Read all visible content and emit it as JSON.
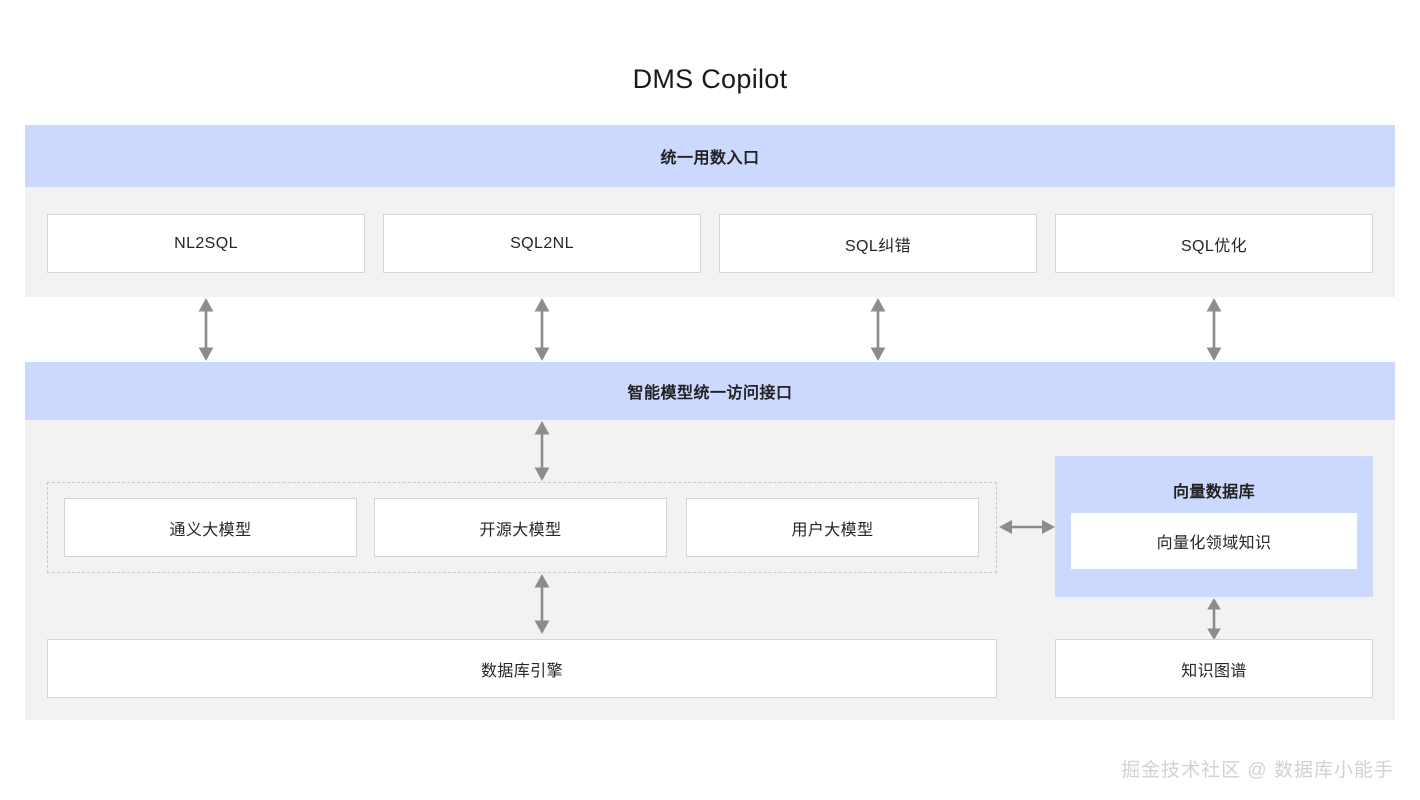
{
  "diagram": {
    "title": "DMS Copilot",
    "watermark": "掘金技术社区 @ 数据库小能手",
    "colors": {
      "band_blue": "#ccd8fd",
      "section_gray": "#f2f2f2",
      "box_white": "#ffffff",
      "box_border": "#d4d4d4",
      "arrow_gray": "#8c8c8c",
      "title_text": "#1a1a1a",
      "watermark_text": "#d2d2d2"
    },
    "entry_layer": {
      "band_label": "统一用数入口",
      "capabilities": [
        {
          "label": "NL2SQL"
        },
        {
          "label": "SQL2NL"
        },
        {
          "label": "SQL纠错"
        },
        {
          "label": "SQL优化"
        }
      ]
    },
    "model_layer": {
      "band_label": "智能模型统一访问接口",
      "models": [
        {
          "label": "通义大模型"
        },
        {
          "label": "开源大模型"
        },
        {
          "label": "用户大模型"
        }
      ],
      "engine": {
        "label": "数据库引擎"
      }
    },
    "knowledge_layer": {
      "vector_db": {
        "title": "向量数据库",
        "content": {
          "label": "向量化领域知识"
        }
      },
      "knowledge_graph": {
        "label": "知识图谱"
      }
    },
    "connectors": [
      {
        "name": "nl2sql-to-model-interface",
        "type": "double-arrow-vertical"
      },
      {
        "name": "sql2nl-to-model-interface",
        "type": "double-arrow-vertical"
      },
      {
        "name": "sql-fix-to-model-interface",
        "type": "double-arrow-vertical"
      },
      {
        "name": "sql-optimize-to-model-interface",
        "type": "double-arrow-vertical"
      },
      {
        "name": "model-interface-to-models",
        "type": "double-arrow-vertical"
      },
      {
        "name": "models-to-database-engine",
        "type": "double-arrow-vertical"
      },
      {
        "name": "models-to-vector-db",
        "type": "double-arrow-horizontal"
      },
      {
        "name": "vector-db-to-knowledge-graph",
        "type": "double-arrow-vertical"
      }
    ]
  }
}
